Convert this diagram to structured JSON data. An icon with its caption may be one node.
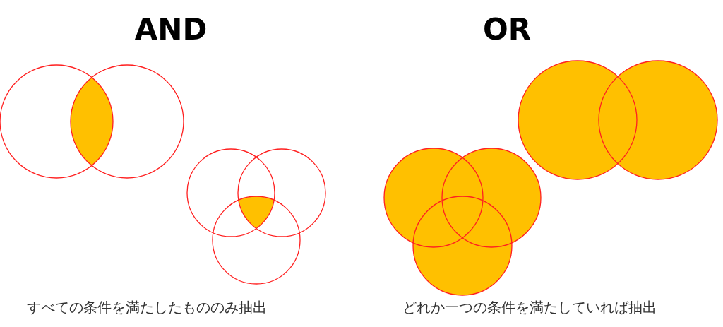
{
  "diagram": {
    "labels": [
      "AND",
      "OR",
      "すべての条件を満たしたもののみ抽出",
      "どれか一つの条件を満たしていれば抽出"
    ]
  }
}
